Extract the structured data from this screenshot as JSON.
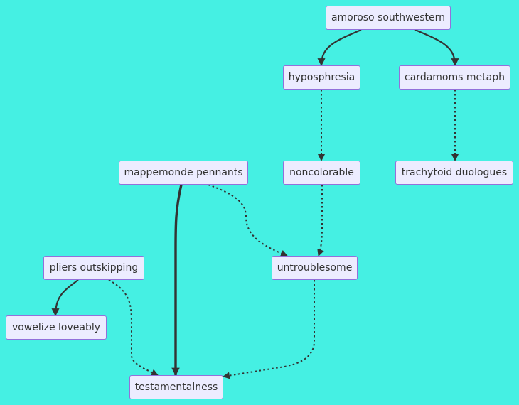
{
  "nodes": {
    "amoroso": "amoroso southwestern",
    "hyposphresia": "hyposphresia",
    "cardamoms": "cardamoms metaph",
    "noncolorable": "noncolorable",
    "trachytoid": "trachytoid duologues",
    "mappemonde": "mappemonde pennants",
    "untroublesome": "untroublesome",
    "pliers": "pliers outskipping",
    "vowelize": "vowelize loveably",
    "testamentalness": "testamentalness"
  },
  "edges": [
    {
      "from": "amoroso southwestern",
      "to": "hyposphresia",
      "style": "solid"
    },
    {
      "from": "amoroso southwestern",
      "to": "cardamoms metaph",
      "style": "solid"
    },
    {
      "from": "hyposphresia",
      "to": "noncolorable",
      "style": "dotted"
    },
    {
      "from": "cardamoms metaph",
      "to": "trachytoid duologues",
      "style": "dotted"
    },
    {
      "from": "noncolorable",
      "to": "untroublesome",
      "style": "dotted"
    },
    {
      "from": "mappemonde pennants",
      "to": "untroublesome",
      "style": "dotted"
    },
    {
      "from": "mappemonde pennants",
      "to": "testamentalness",
      "style": "thick"
    },
    {
      "from": "pliers outskipping",
      "to": "vowelize loveably",
      "style": "solid"
    },
    {
      "from": "pliers outskipping",
      "to": "testamentalness",
      "style": "dotted"
    },
    {
      "from": "untroublesome",
      "to": "testamentalness",
      "style": "dotted"
    }
  ],
  "colors": {
    "background": "#45f0e3",
    "node_fill": "#ececff",
    "node_border": "#9370db",
    "edge": "#333333",
    "text": "#333333"
  }
}
